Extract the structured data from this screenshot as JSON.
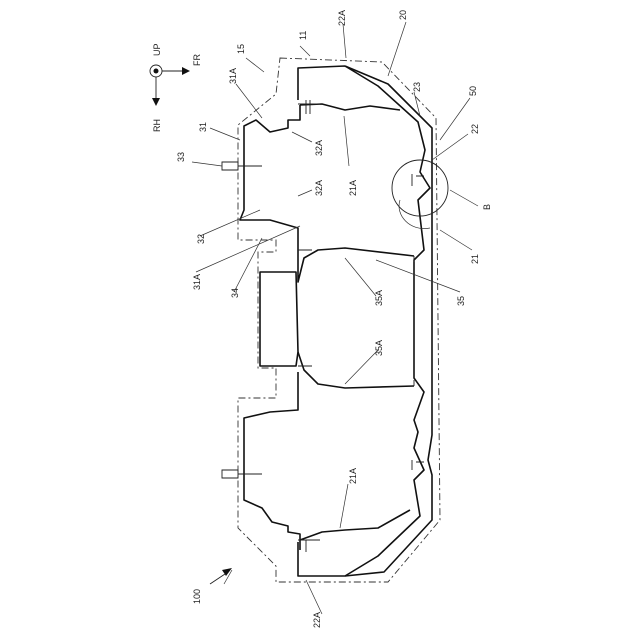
{
  "axes": {
    "up": "UP",
    "fr": "FR",
    "rh": "RH"
  },
  "labels": {
    "n11": "11",
    "n22A_top": "22A",
    "n20": "20",
    "n15": "15",
    "n31A_top": "31A",
    "n23": "23",
    "n50": "50",
    "n31": "31",
    "n32A_1": "32A",
    "n21A_1": "21A",
    "n22": "22",
    "n33": "33",
    "n32A_2": "32A",
    "nB": "B",
    "n32": "32",
    "n31A_mid": "31A",
    "n34": "34",
    "n35A_1": "35A",
    "n21": "21",
    "n35": "35",
    "n35A_2": "35A",
    "n21A_2": "21A",
    "n100": "100",
    "n22A_bot": "22A"
  }
}
